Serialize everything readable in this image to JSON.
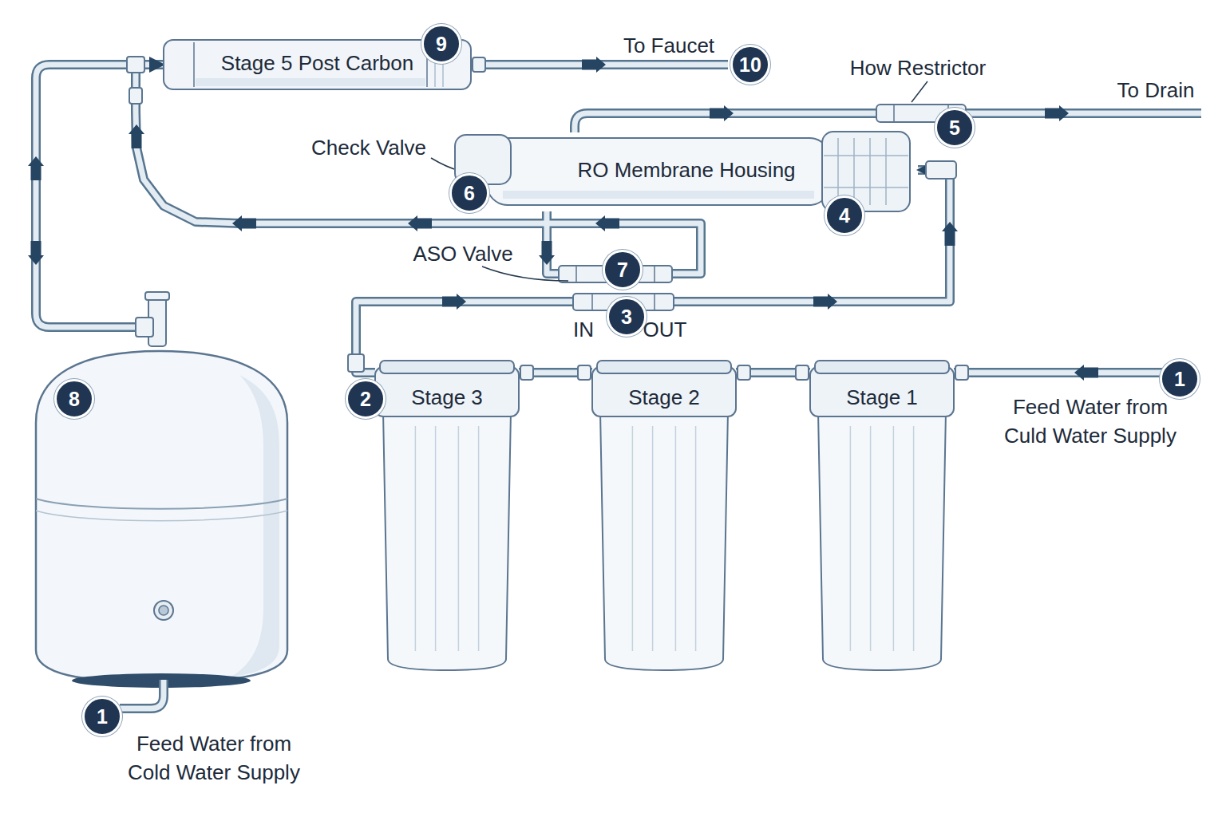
{
  "diagram": {
    "nodes": [
      {
        "text": [
          "Stage 5 Post Carbon"
        ]
      },
      {
        "text": [
          "RO Membrane Housing"
        ]
      },
      {
        "text": [
          "Stage 3"
        ]
      },
      {
        "text": [
          "Stage 2"
        ]
      },
      {
        "text": [
          "Stage 1"
        ]
      }
    ],
    "edges": [
      {
        "from": 4,
        "to": 3,
        "arrow": "none"
      },
      {
        "from": 3,
        "to": 2,
        "arrow": "none"
      },
      {
        "from": 2,
        "to": 1,
        "arrow": "to"
      },
      {
        "from": 1,
        "to": 0,
        "arrow": "to"
      }
    ],
    "labels": [
      "9",
      "To Faucet",
      "10",
      "How Restrictor",
      "To Drain",
      "5",
      "Check Valve",
      "6",
      "4",
      "ASO Valve",
      "7",
      "IN",
      "3",
      "OUT",
      "2",
      "8",
      "1",
      "Feed Water from Culd Water Supply",
      "1",
      "Feed Water from Cold Water Supply"
    ]
  }
}
